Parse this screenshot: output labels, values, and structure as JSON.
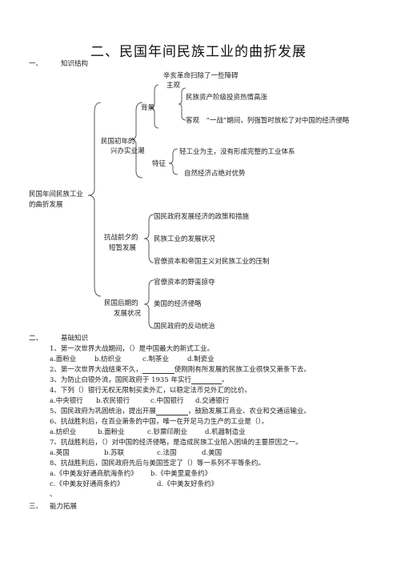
{
  "title": "二、民国年间民族工业的曲折发展",
  "section1": {
    "num": "一、",
    "label": "知识结构"
  },
  "tree": {
    "root": [
      "民国年间民族工业",
      "的曲折发展"
    ],
    "early": {
      "label": [
        "民国初年的",
        "兴办实业潮"
      ],
      "bg": {
        "label": "背景",
        "top": [
          "辛亥革命扫除了一些障碍",
          "主观"
        ],
        "items": [
          "民族资产阶级投资热情高涨",
          "客观　“一战”期间，列强暂时放松了对中国的经济侵略"
        ]
      },
      "feat": {
        "label": "特征",
        "items": [
          "轻工业为主，没有形成完整的工业体系",
          "自然经济占绝对优势"
        ]
      }
    },
    "war": {
      "label": [
        "抗战前夕的",
        "短暂发展"
      ],
      "items": [
        "国民政府发展经济的政策和措施",
        "民族工业的发展状况",
        "官僚资本和帝国主义对民族工业的压制"
      ]
    },
    "late": {
      "label": [
        "民国后期的",
        "发展状况"
      ],
      "items": [
        "官僚资本的野蛮掠夺",
        "美国的经济侵略",
        "国民政府的反动统治"
      ]
    }
  },
  "section2": {
    "num": "二、",
    "label": "基础知识"
  },
  "questions": [
    {
      "stem": "1、第一次世界大战期间，（）是中国最大的新式工业。",
      "options": [
        "a.面粉业",
        "b.纺织业",
        "c.制茶业",
        "d.制瓷业"
      ]
    },
    {
      "pre": "2、第一次世界大战结束不久，",
      "post": "使刚刚有所发展的民族工业很快又萧条下去。"
    },
    {
      "pre": "3、为防止白银外流，国民政府于 1935 年实行",
      "post": "。"
    },
    {
      "stem": "4、下列（）银行无权无限制买卖外汇，以稳定法币兑外汇的比价。",
      "options": [
        "a.中央银行",
        "b.农民银行",
        "c.中国银行",
        "d.交通银行"
      ]
    },
    {
      "pre": "5、国民政府为巩固统治，提出开展",
      "post": "，鼓励发展工商业、农业和交通运输业。"
    },
    {
      "stem": "6、抗战胜利后，在百业萧条的中国，唯一在开足马力生产的工业是（）。",
      "options": [
        "a.纺织业",
        "b.面粉业",
        "c.钞票印刷业",
        "d.机器制造业"
      ]
    },
    {
      "stem": "7、抗战胜利后，（）对中国的经济侵略，是造成民族工业陷入困境的主要原因之一。",
      "options": [
        "a.英国",
        "b.苏联",
        "c.法国",
        "d.美国"
      ]
    },
    {
      "stem": "8、抗战胜利后，国民政府先后与美国签定了（）等一系列不平等条约。",
      "options": [
        "a.《中美友好通商航海条约》",
        "b.《中美里夏条约》",
        "c.《中美友好通商条约》",
        "d.《中美友好条约》"
      ]
    }
  ],
  "stray_mark": "、",
  "section3": {
    "num": "三、",
    "label": "能力拓展"
  }
}
